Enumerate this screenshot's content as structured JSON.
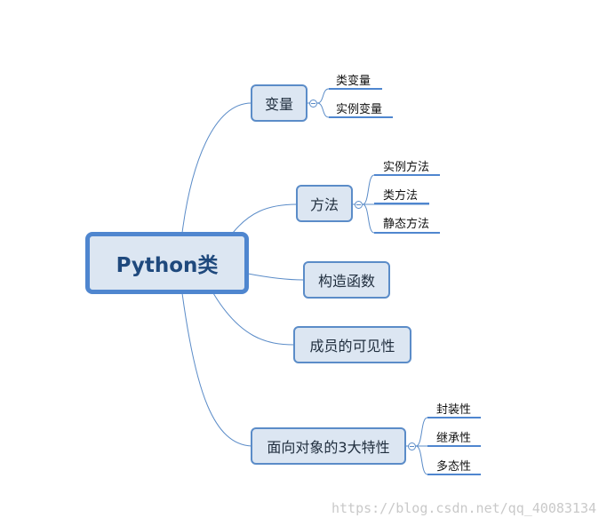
{
  "root": {
    "label": "Python类"
  },
  "branches": [
    {
      "label": "变量",
      "children": [
        "类变量",
        "实例变量"
      ]
    },
    {
      "label": "方法",
      "children": [
        "实例方法",
        "类方法",
        "静态方法"
      ]
    },
    {
      "label": "构造函数",
      "children": []
    },
    {
      "label": "成员的可见性",
      "children": []
    },
    {
      "label": "面向对象的3大特性",
      "children": [
        "封装性",
        "继承性",
        "多态性"
      ]
    }
  ],
  "watermark": "https://blog.csdn.net/qq_40083134",
  "colors": {
    "node_fill": "#dce6f2",
    "node_border": "#5b8cc8",
    "root_border": "#4f86cf",
    "connector": "#5b8cc8",
    "root_text": "#1f497d"
  }
}
